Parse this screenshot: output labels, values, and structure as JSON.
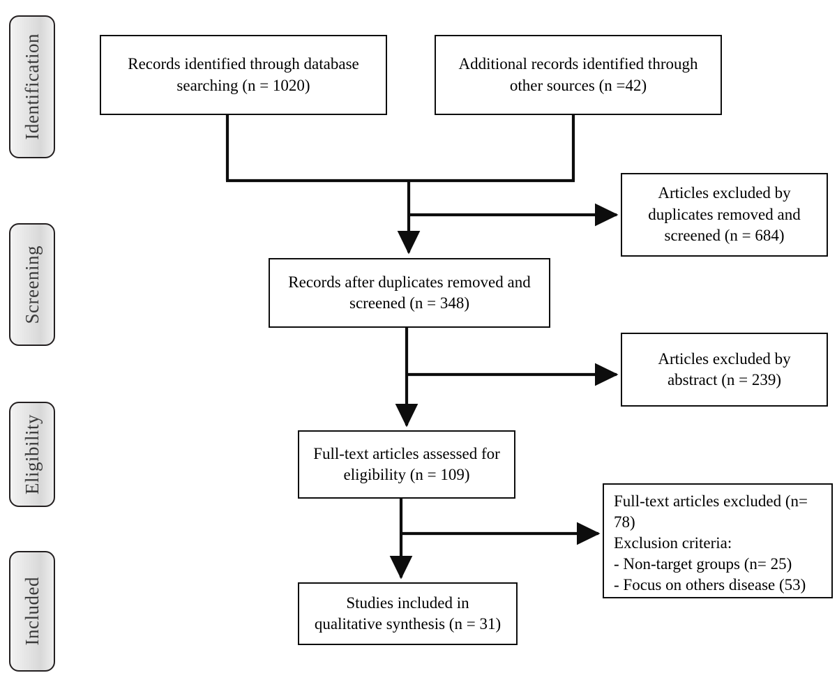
{
  "diagram": {
    "type": "prisma-flow-diagram",
    "stages": [
      {
        "id": "identification",
        "label": "Identification"
      },
      {
        "id": "screening",
        "label": "Screening"
      },
      {
        "id": "eligibility",
        "label": "Eligibility"
      },
      {
        "id": "included",
        "label": "Included"
      }
    ],
    "boxes": {
      "database_search": "Records identified through database\nsearching (n = 1020)",
      "other_sources": "Additional records identified through\nother sources (n =42)",
      "excluded_duplicates": "Articles excluded by\nduplicates removed and\nscreened (n = 684)",
      "records_after_duplicates": "Records after duplicates removed and\nscreened (n = 348)",
      "excluded_abstract": "Articles excluded by\nabstract (n = 239)",
      "fulltext_assessed": "Full-text articles assessed for\neligibility (n = 109)",
      "excluded_fulltext": "Full-text articles excluded (n=\n78)\nExclusion criteria:\n- Non-target groups (n= 25)\n- Focus on others disease (53)",
      "studies_included": "Studies included in\nqualitative synthesis (n = 31)"
    },
    "counts": {
      "database_search": 1020,
      "other_sources": 42,
      "excluded_duplicates": 684,
      "records_after_duplicates": 348,
      "excluded_abstract": 239,
      "fulltext_assessed": 109,
      "excluded_fulltext": 78,
      "excluded_non_target_groups": 25,
      "excluded_other_disease": 53,
      "studies_included": 31
    },
    "colors": {
      "line": "#0d0d0d",
      "box_border": "#0d0d0d",
      "box_fill": "#ffffff",
      "tab_border": "#231f20",
      "tab_fill": "#e4e4e4",
      "tab_text": "#3a3a3a",
      "text": "#000000"
    }
  }
}
